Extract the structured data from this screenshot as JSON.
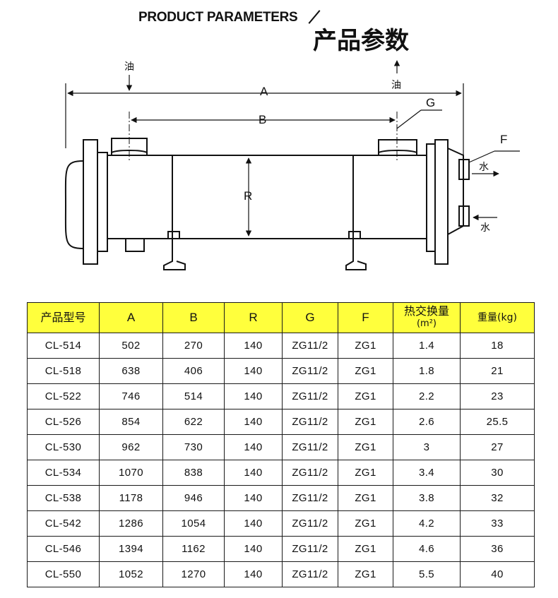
{
  "header": {
    "title_en": "PRODUCT PARAMETERS",
    "title_cn": "产品参数"
  },
  "diagram": {
    "oil_label_left": "油",
    "oil_label_right": "油",
    "water_label_upper": "水",
    "water_label_lower": "水",
    "dim_a": "A",
    "dim_b": "B",
    "dim_r": "R",
    "dim_g": "G",
    "dim_f": "F"
  },
  "table": {
    "headers": [
      "产品型号",
      "A",
      "B",
      "R",
      "G",
      "F",
      "热交换量",
      "重量(kg)"
    ],
    "heat_unit": "(m²)",
    "rows": [
      [
        "CL-514",
        "502",
        "270",
        "140",
        "ZG11/2",
        "ZG1",
        "1.4",
        "18"
      ],
      [
        "CL-518",
        "638",
        "406",
        "140",
        "ZG11/2",
        "ZG1",
        "1.8",
        "21"
      ],
      [
        "CL-522",
        "746",
        "514",
        "140",
        "ZG11/2",
        "ZG1",
        "2.2",
        "23"
      ],
      [
        "CL-526",
        "854",
        "622",
        "140",
        "ZG11/2",
        "ZG1",
        "2.6",
        "25.5"
      ],
      [
        "CL-530",
        "962",
        "730",
        "140",
        "ZG11/2",
        "ZG1",
        "3",
        "27"
      ],
      [
        "CL-534",
        "1070",
        "838",
        "140",
        "ZG11/2",
        "ZG1",
        "3.4",
        "30"
      ],
      [
        "CL-538",
        "1178",
        "946",
        "140",
        "ZG11/2",
        "ZG1",
        "3.8",
        "32"
      ],
      [
        "CL-542",
        "1286",
        "1054",
        "140",
        "ZG11/2",
        "ZG1",
        "4.2",
        "33"
      ],
      [
        "CL-546",
        "1394",
        "1162",
        "140",
        "ZG11/2",
        "ZG1",
        "4.6",
        "36"
      ],
      [
        "CL-550",
        "1052",
        "1270",
        "140",
        "ZG11/2",
        "ZG1",
        "5.5",
        "40"
      ]
    ]
  }
}
